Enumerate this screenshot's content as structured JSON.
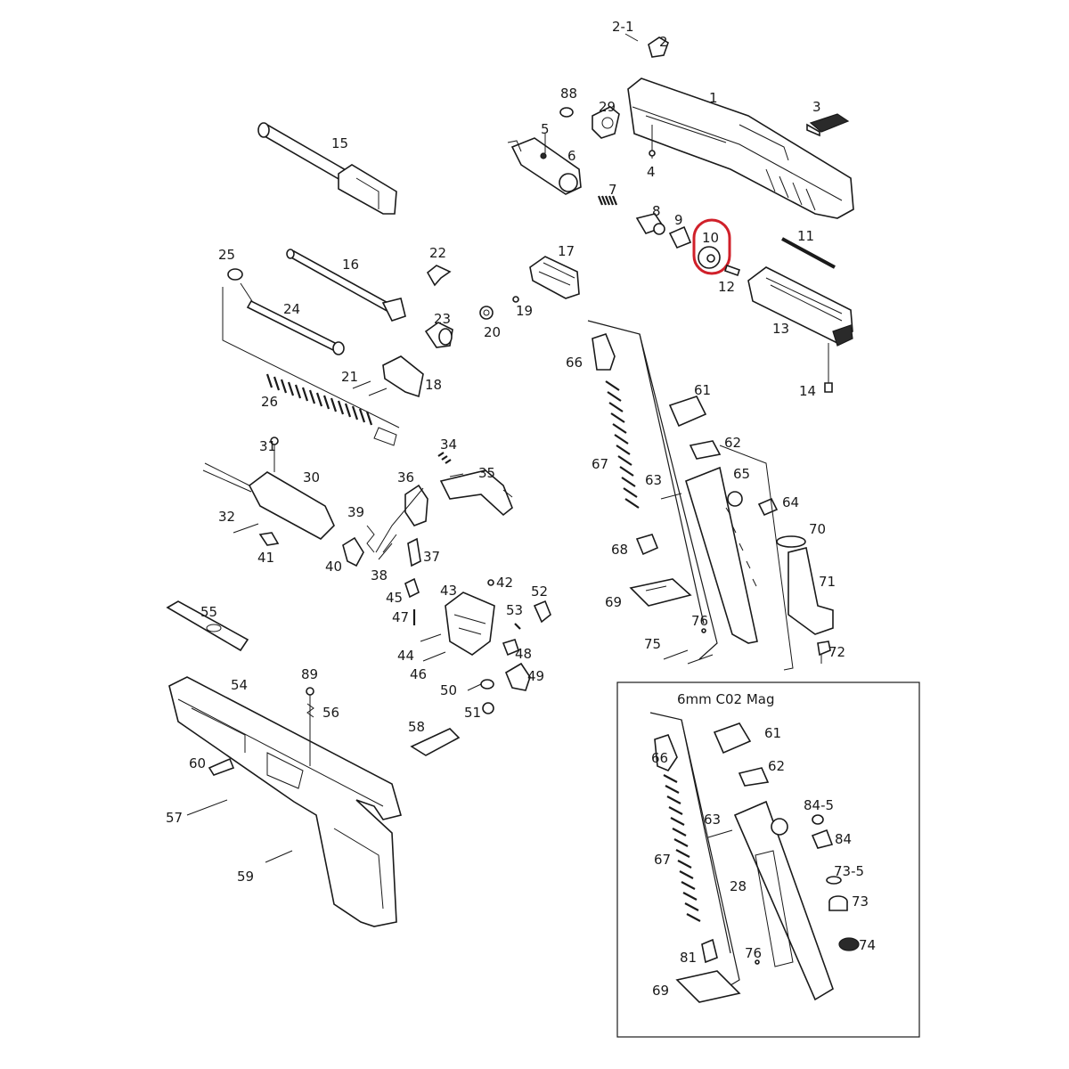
{
  "diagram": {
    "inset_title": "6mm C02 Mag",
    "highlighted_part": "10",
    "labels": {
      "p2_1": "2-1",
      "p2": "2",
      "p1": "1",
      "p88": "88",
      "p29": "29",
      "p3": "3",
      "p4": "4",
      "p5": "5",
      "p6": "6",
      "p7": "7",
      "p8": "8",
      "p9": "9",
      "p10": "10",
      "p11": "11",
      "p12": "12",
      "p13": "13",
      "p14": "14",
      "p15": "15",
      "p16": "16",
      "p17": "17",
      "p18": "18",
      "p19": "19",
      "p20": "20",
      "p21": "21",
      "p22": "22",
      "p23": "23",
      "p24": "24",
      "p25": "25",
      "p26": "26",
      "p30": "30",
      "p31": "31",
      "p32": "32",
      "p34": "34",
      "p35": "35",
      "p36": "36",
      "p37": "37",
      "p38": "38",
      "p39": "39",
      "p40": "40",
      "p41": "41",
      "p42": "42",
      "p43": "43",
      "p44": "44",
      "p45": "45",
      "p46": "46",
      "p47": "47",
      "p48": "48",
      "p49": "49",
      "p50": "50",
      "p51": "51",
      "p52": "52",
      "p53": "53",
      "p54": "54",
      "p55": "55",
      "p56": "56",
      "p57": "57",
      "p58": "58",
      "p59": "59",
      "p60": "60",
      "p61": "61",
      "p62": "62",
      "p63": "63",
      "p64": "64",
      "p65": "65",
      "p66": "66",
      "p67": "67",
      "p68": "68",
      "p69": "69",
      "p70": "70",
      "p71": "71",
      "p72": "72",
      "p75": "75",
      "p76": "76",
      "p89": "89",
      "i61": "61",
      "i62": "62",
      "i63": "63",
      "i66": "66",
      "i67": "67",
      "i28": "28",
      "i69": "69",
      "i73": "73",
      "i73_5": "73-5",
      "i74": "74",
      "i76": "76",
      "i81": "81",
      "i84": "84",
      "i84_5": "84-5"
    }
  }
}
